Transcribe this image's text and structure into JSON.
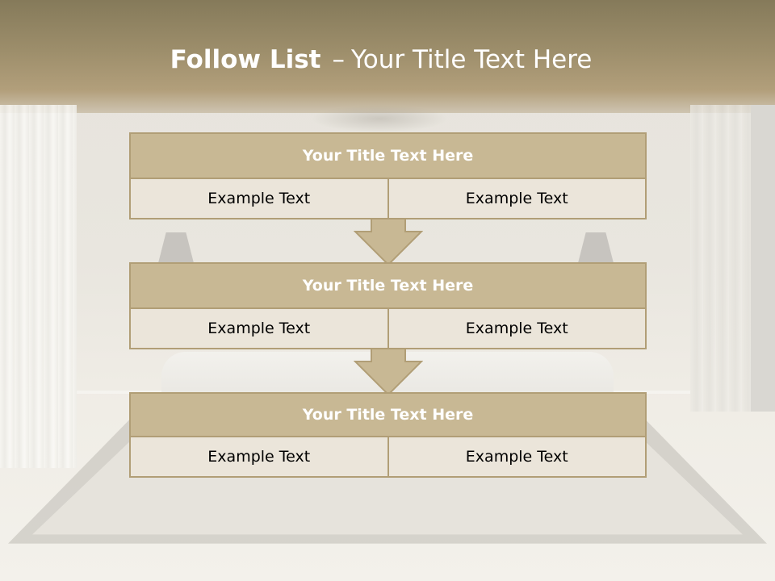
{
  "slide": {
    "title_bold": "Follow List",
    "title_separator": "–",
    "title_rest": "Your Title Text Here"
  },
  "blocks": [
    {
      "title": "Your Title Text Here",
      "cells": [
        "Example Text",
        "Example Text"
      ]
    },
    {
      "title": "Your Title Text Here",
      "cells": [
        "Example Text",
        "Example Text"
      ]
    },
    {
      "title": "Your Title Text Here",
      "cells": [
        "Example Text",
        "Example Text"
      ]
    }
  ],
  "icons": {
    "arrow": "down-arrow-icon"
  },
  "colors": {
    "header_band": "#9d8e6b",
    "block_title_fill": "#c8b894",
    "block_border": "#b19e76",
    "cell_fill": "#ebe5da",
    "arrow_fill": "#c8b894"
  }
}
